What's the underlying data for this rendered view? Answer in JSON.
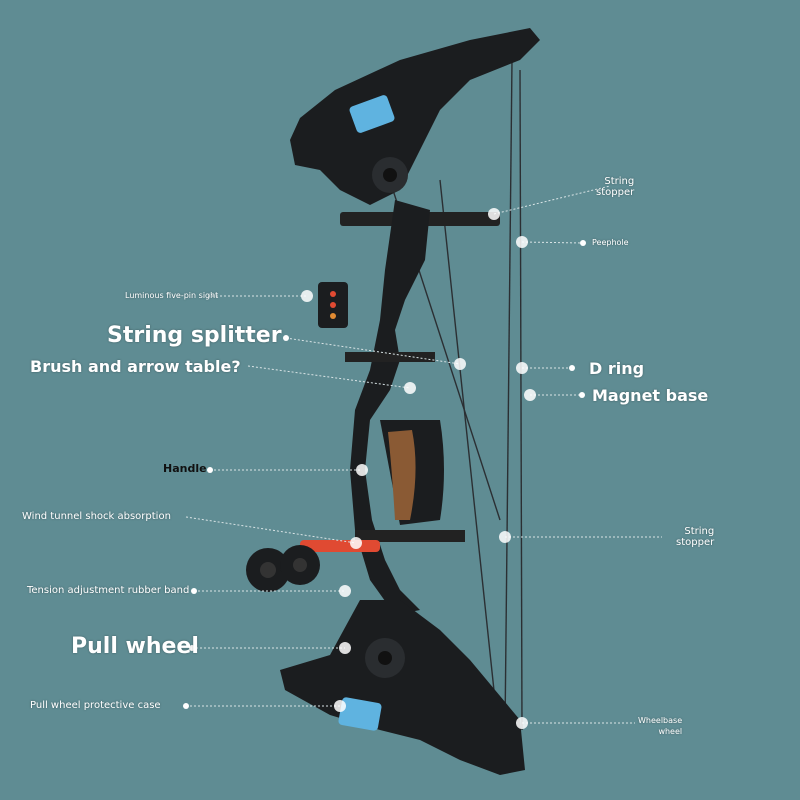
{
  "labels": {
    "string_stopper_top": [
      "String",
      "stopper"
    ],
    "peephole": "Peephole",
    "five_pin_sight": "Luminous five-pin sight",
    "string_splitter": "String splitter",
    "brush_arrow_table": "Brush and arrow table?",
    "d_ring": "D ring",
    "magnet_base": "Magnet base",
    "handle": "Handle",
    "wind_tunnel": "Wind tunnel shock absorption",
    "string_stopper_bottom": [
      "String",
      "stopper"
    ],
    "tension_band": "Tension adjustment rubber band",
    "pull_wheel": "Pull wheel",
    "pull_wheel_case": "Pull wheel protective case",
    "wheelbase_wheel": [
      "Wheelbase",
      "wheel"
    ]
  },
  "colors": {
    "background": "#5f8c93",
    "bow_body": "#1b1d1f",
    "grip_wood": "#8a5a34",
    "accent_red": "#e04a32",
    "accent_blue": "#5fb3e0",
    "leader": "#d9e4e6",
    "dot": "#ffffff"
  }
}
